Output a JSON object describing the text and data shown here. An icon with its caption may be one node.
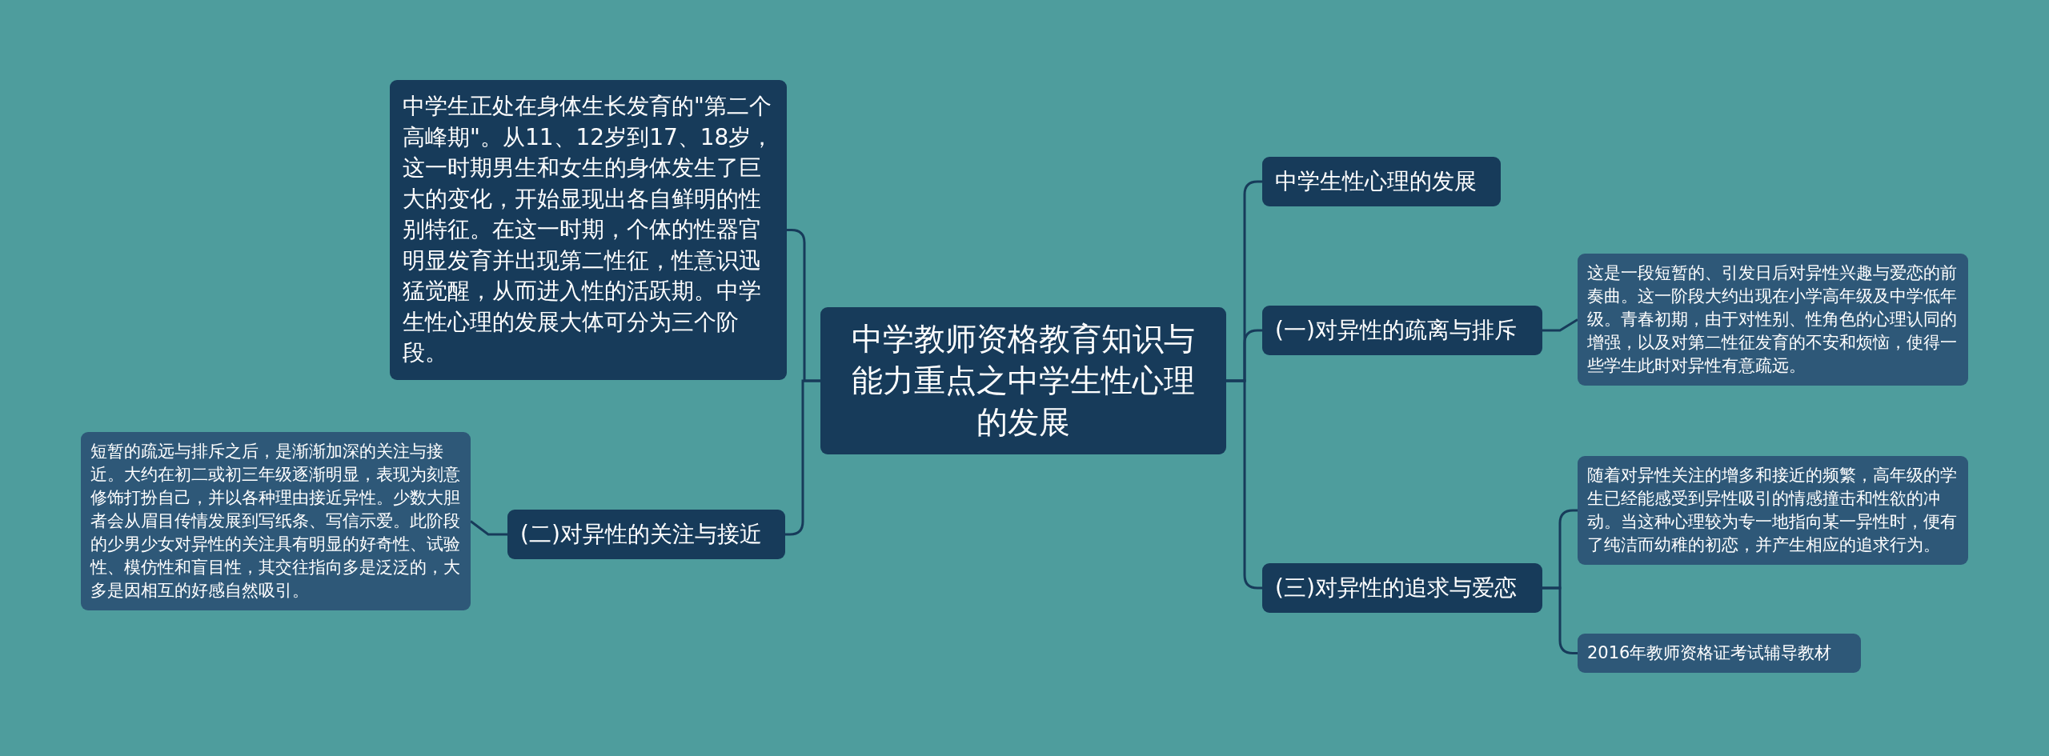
{
  "diagram": {
    "nodes": [
      {
        "text": [
          "中学教师资格教育知识与能力重点之中学生性心理的发展"
        ]
      },
      {
        "text": [
          "中学生正处在身体生长发育的\"第二个高峰期\"。从11、12岁到17、18岁，这一时期男生和女生的身体发生了巨大的变化，开始显现出各自鲜明的性别特征。在这一时期，个体的性器官明显发育并出现第二性征，性意识迅猛觉醒，从而进入性的活跃期。中学生性心理的发展大体可分为三个阶段。"
        ]
      },
      {
        "text": [
          "(二)对异性的关注与接近"
        ]
      },
      {
        "text": [
          "短暂的疏远与排斥之后，是渐渐加深的关注与接近。大约在初二或初三年级逐渐明显，表现为刻意修饰打扮自己，并以各种理由接近异性。少数大胆者会从眉目传情发展到写纸条、写信示爱。此阶段的少男少女对异性的关注具有明显的好奇性、试验性、模仿性和盲目性，其交往指向多是泛泛的，大多是因相互的好感自然吸引。"
        ]
      },
      {
        "text": [
          "中学生性心理的发展"
        ]
      },
      {
        "text": [
          "(一)对异性的疏离与排斥"
        ]
      },
      {
        "text": [
          "这是一段短暂的、引发日后对异性兴趣与爱恋的前奏曲。这一阶段大约出现在小学高年级及中学低年级。青春初期，由于对性别、性角色的心理认同的增强，以及对第二性征发育的不安和烦恼，使得一些学生此时对异性有意疏远。"
        ]
      },
      {
        "text": [
          "(三)对异性的追求与爱恋"
        ]
      },
      {
        "text": [
          "随着对异性关注的增多和接近的频繁，高年级的学生已经能感受到异性吸引的情感撞击和性欲的冲动。当这种心理较为专一地指向某一异性时，便有了纯洁而幼稚的初恋，并产生相应的追求行为。"
        ]
      },
      {
        "text": [
          "2016年教师资格证考试辅导教材"
        ]
      }
    ],
    "edges": [
      {
        "from": 0,
        "to": 1,
        "arrow": "none"
      },
      {
        "from": 0,
        "to": 2,
        "arrow": "none"
      },
      {
        "from": 2,
        "to": 3,
        "arrow": "none"
      },
      {
        "from": 0,
        "to": 4,
        "arrow": "none"
      },
      {
        "from": 0,
        "to": 5,
        "arrow": "none"
      },
      {
        "from": 5,
        "to": 6,
        "arrow": "none"
      },
      {
        "from": 0,
        "to": 7,
        "arrow": "none"
      },
      {
        "from": 7,
        "to": 8,
        "arrow": "none"
      },
      {
        "from": 7,
        "to": 9,
        "arrow": "none"
      }
    ]
  }
}
